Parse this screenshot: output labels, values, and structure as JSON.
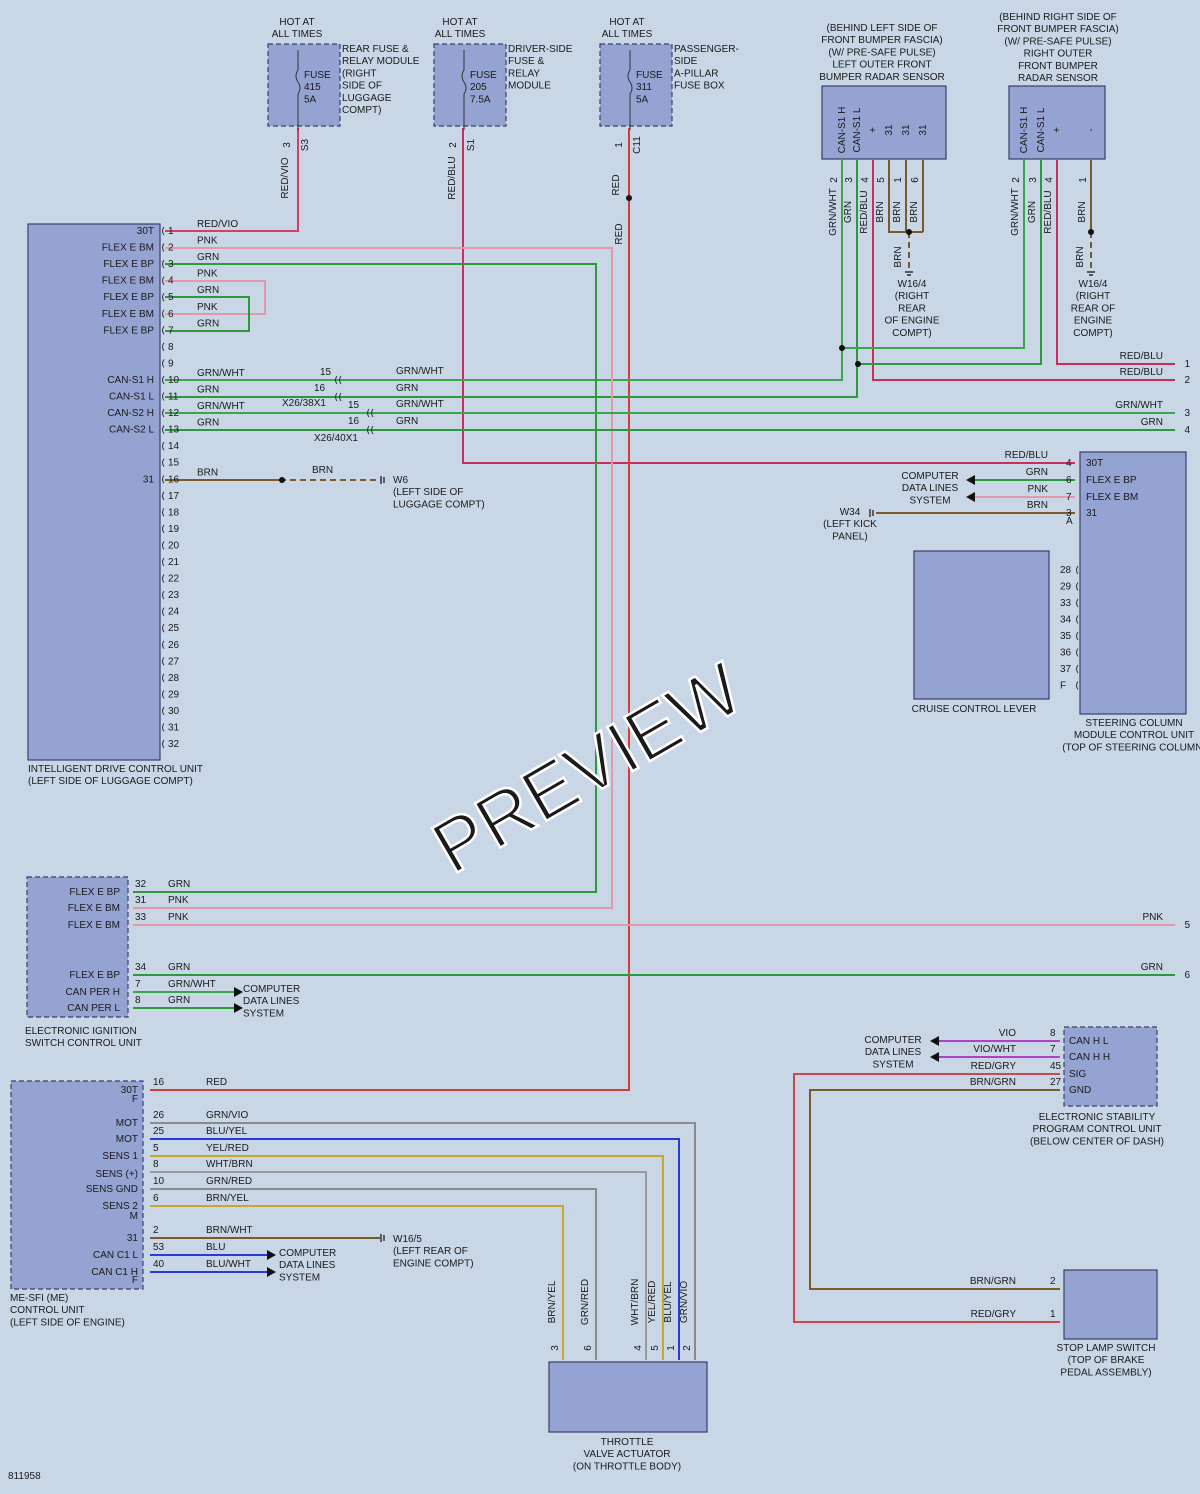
{
  "colors": {
    "background": "#c8d6e6",
    "component_fill": "#95a3d3",
    "RED": "#d23c3c",
    "RED/VIO": "#d2406a",
    "RED/BLU": "#c8305a",
    "RED/GRY": "#c84a4a",
    "GRN": "#2a9a3a",
    "GRN/WHT": "#3aa64a",
    "PNK": "#e39aa8",
    "BRN": "#7a5a2a",
    "VIO": "#b040c8",
    "BLU": "#2a3ad8",
    "YEL": "#c8a82a",
    "GRY": "#8a8a8a"
  },
  "fuses": {
    "rear": {
      "hot": [
        "HOT AT",
        "ALL TIMES"
      ],
      "fuse": [
        "FUSE",
        "415",
        "5A"
      ],
      "desc": [
        "REAR FUSE &",
        "RELAY MODULE",
        "(RIGHT",
        "SIDE OF",
        "LUGGAGE",
        "COMPT)"
      ],
      "pins": [
        "3",
        "S3"
      ],
      "wire": "RED/VIO"
    },
    "driver": {
      "hot": [
        "HOT AT",
        "ALL TIMES"
      ],
      "fuse": [
        "FUSE",
        "205",
        "7.5A"
      ],
      "desc": [
        "DRIVER-SIDE",
        "FUSE &",
        "RELAY",
        "MODULE"
      ],
      "pins": [
        "2",
        "S1"
      ],
      "wire": "RED/BLU"
    },
    "passenger": {
      "hot": [
        "HOT AT",
        "ALL TIMES"
      ],
      "fuse": [
        "FUSE",
        "311",
        "5A"
      ],
      "desc": [
        "PASSENGER-",
        "SIDE",
        "A-PILLAR",
        "FUSE BOX"
      ],
      "pins": [
        "1",
        "C11"
      ],
      "wire": "RED"
    }
  },
  "radar_left": {
    "title": [
      "(BEHIND LEFT SIDE OF",
      "FRONT BUMPER FASCIA)",
      "(W/ PRE-SAFE PULSE)",
      "LEFT OUTER FRONT",
      "BUMPER RADAR SENSOR"
    ],
    "pins_inside": [
      "CAN-S1 H",
      "CAN-S1 L",
      "+",
      "31",
      "31",
      "31"
    ],
    "pins": [
      "2",
      "3",
      "4",
      "5",
      "1",
      "6"
    ],
    "wires": [
      "GRN/WHT",
      "GRN",
      "RED/BLU",
      "BRN",
      "BRN",
      "BRN"
    ],
    "ground_wire": "BRN",
    "ground": [
      "W16/4",
      "(RIGHT",
      "REAR",
      "OF ENGINE",
      "COMPT)"
    ]
  },
  "radar_right": {
    "title": [
      "(BEHIND RIGHT SIDE OF",
      "FRONT BUMPER FASCIA)",
      "(W/ PRE-SAFE PULSE)",
      "RIGHT OUTER",
      "FRONT BUMPER",
      "RADAR SENSOR"
    ],
    "pins_inside": [
      "CAN-S1 H",
      "CAN-S1 L",
      "+",
      "-"
    ],
    "pins": [
      "2",
      "3",
      "4",
      "1"
    ],
    "wires": [
      "GRN/WHT",
      "GRN",
      "RED/BLU",
      "BRN"
    ],
    "ground_wire": "BRN",
    "ground": [
      "W16/4",
      "(RIGHT",
      "REAR OF",
      "ENGINE",
      "COMPT)"
    ]
  },
  "idcu": {
    "pin_labels": [
      "30T",
      "FLEX E BM",
      "FLEX E BP",
      "FLEX E BM",
      "FLEX E BP",
      "FLEX E BM",
      "FLEX E BP",
      "",
      "",
      "CAN-S1 H",
      "CAN-S1 L",
      "CAN-S2 H",
      "CAN-S2 L",
      "",
      "",
      "31"
    ],
    "pin_numbers": [
      "1",
      "2",
      "3",
      "4",
      "5",
      "6",
      "7",
      "8",
      "9",
      "10",
      "11",
      "12",
      "13",
      "14",
      "15",
      "16",
      "17",
      "18",
      "19",
      "20",
      "21",
      "22",
      "23",
      "24",
      "25",
      "26",
      "27",
      "28",
      "29",
      "30",
      "31",
      "32"
    ],
    "wires": [
      "RED/VIO",
      "PNK",
      "GRN",
      "PNK",
      "GRN",
      "PNK",
      "GRN",
      "",
      "",
      "GRN/WHT",
      "GRN",
      "GRN/WHT",
      "GRN",
      "",
      "",
      "BRN"
    ],
    "name": [
      "INTELLIGENT DRIVE CONTROL UNIT",
      "(LEFT SIDE OF LUGGAGE COMPT)"
    ]
  },
  "connectors": {
    "x26_38": "X26/38X1",
    "x26_40": "X26/40X1",
    "pins": [
      "15",
      "16",
      "15",
      "16"
    ],
    "wires": [
      "GRN/WHT",
      "GRN",
      "GRN/WHT",
      "GRN"
    ]
  },
  "ground_w6": {
    "wire": "BRN",
    "label": [
      "W6",
      "(LEFT SIDE OF",
      "LUGGAGE COMPT)"
    ]
  },
  "right_edge": {
    "wires": [
      "RED/BLU",
      "RED/BLU",
      "GRN/WHT",
      "GRN",
      "PNK",
      "GRN"
    ],
    "refs": [
      "1",
      "2",
      "3",
      "4",
      "5",
      "6"
    ]
  },
  "steering": {
    "pins_left": [
      "4",
      "6",
      "7",
      "3",
      "A"
    ],
    "labels": [
      "30T",
      "FLEX E BP",
      "FLEX E BM",
      "31"
    ],
    "wires": [
      "RED/BLU",
      "GRN",
      "PNK",
      "BRN"
    ],
    "data_lines": [
      "COMPUTER",
      "DATA LINES",
      "SYSTEM"
    ],
    "ground": [
      "W34",
      "(LEFT KICK",
      "PANEL)"
    ],
    "extra_pins": [
      "28",
      "29",
      "33",
      "34",
      "35",
      "36",
      "37",
      "F"
    ],
    "name": [
      "STEERING COLUMN",
      "MODULE CONTROL UNIT",
      "(TOP OF STEERING COLUMN)"
    ]
  },
  "cruise": {
    "name": "CRUISE CONTROL LEVER"
  },
  "eiscu": {
    "labels": [
      "FLEX E BP",
      "FLEX E BM",
      "FLEX E BM",
      "FLEX E BP",
      "CAN PER H",
      "CAN PER L"
    ],
    "pins": [
      "32",
      "31",
      "33",
      "34",
      "7",
      "8"
    ],
    "wires": [
      "GRN",
      "PNK",
      "PNK",
      "GRN",
      "GRN/WHT",
      "GRN"
    ],
    "data_lines": [
      "COMPUTER",
      "DATA LINES",
      "SYSTEM"
    ],
    "name": [
      "ELECTRONIC IGNITION",
      "SWITCH CONTROL UNIT"
    ]
  },
  "me": {
    "labels": [
      "30T",
      "F",
      "MOT",
      "MOT",
      "SENS 1",
      "SENS (+)",
      "SENS GND",
      "SENS 2",
      "M",
      "31",
      "CAN C1 L",
      "CAN C1 H",
      "F"
    ],
    "pins": [
      "16",
      "26",
      "25",
      "5",
      "8",
      "10",
      "6",
      "2",
      "53",
      "40"
    ],
    "wires": [
      "RED",
      "GRN/VIO",
      "BLU/YEL",
      "YEL/RED",
      "WHT/BRN",
      "GRN/RED",
      "BRN/YEL",
      "BRN/WHT",
      "BLU",
      "BLU/WHT"
    ],
    "ground": [
      "W16/5",
      "(LEFT REAR OF",
      "ENGINE COMPT)"
    ],
    "data_lines": [
      "COMPUTER",
      "DATA LINES",
      "SYSTEM"
    ],
    "name": [
      "ME-SFI (ME)",
      "CONTROL UNIT",
      "(LEFT SIDE OF ENGINE)"
    ]
  },
  "throttle": {
    "wires": [
      "BRN/YEL",
      "GRN/RED",
      "WHT/BRN",
      "YEL/RED",
      "BLU/YEL",
      "GRN/VIO"
    ],
    "pins": [
      "3",
      "6",
      "4",
      "5",
      "1",
      "2"
    ],
    "name": [
      "THROTTLE",
      "VALVE ACTUATOR",
      "(ON THROTTLE BODY)"
    ]
  },
  "esp": {
    "data_lines": [
      "COMPUTER",
      "DATA LINES",
      "SYSTEM"
    ],
    "wires": [
      "VIO",
      "VIO/WHT",
      "RED/GRY",
      "BRN/GRN"
    ],
    "pins": [
      "8",
      "7",
      "45",
      "27"
    ],
    "labels": [
      "CAN H L",
      "CAN H H",
      "SIG",
      "GND"
    ],
    "name": [
      "ELECTRONIC STABILITY",
      "PROGRAM CONTROL UNIT",
      "(BELOW CENTER OF DASH)"
    ]
  },
  "stoplamp": {
    "wires": [
      "BRN/GRN",
      "RED/GRY"
    ],
    "pins": [
      "2",
      "1"
    ],
    "name": [
      "STOP LAMP SWITCH",
      "(TOP OF BRAKE",
      "PEDAL ASSEMBLY)"
    ]
  },
  "watermark": "PREVIEW",
  "figure_id": "811958"
}
